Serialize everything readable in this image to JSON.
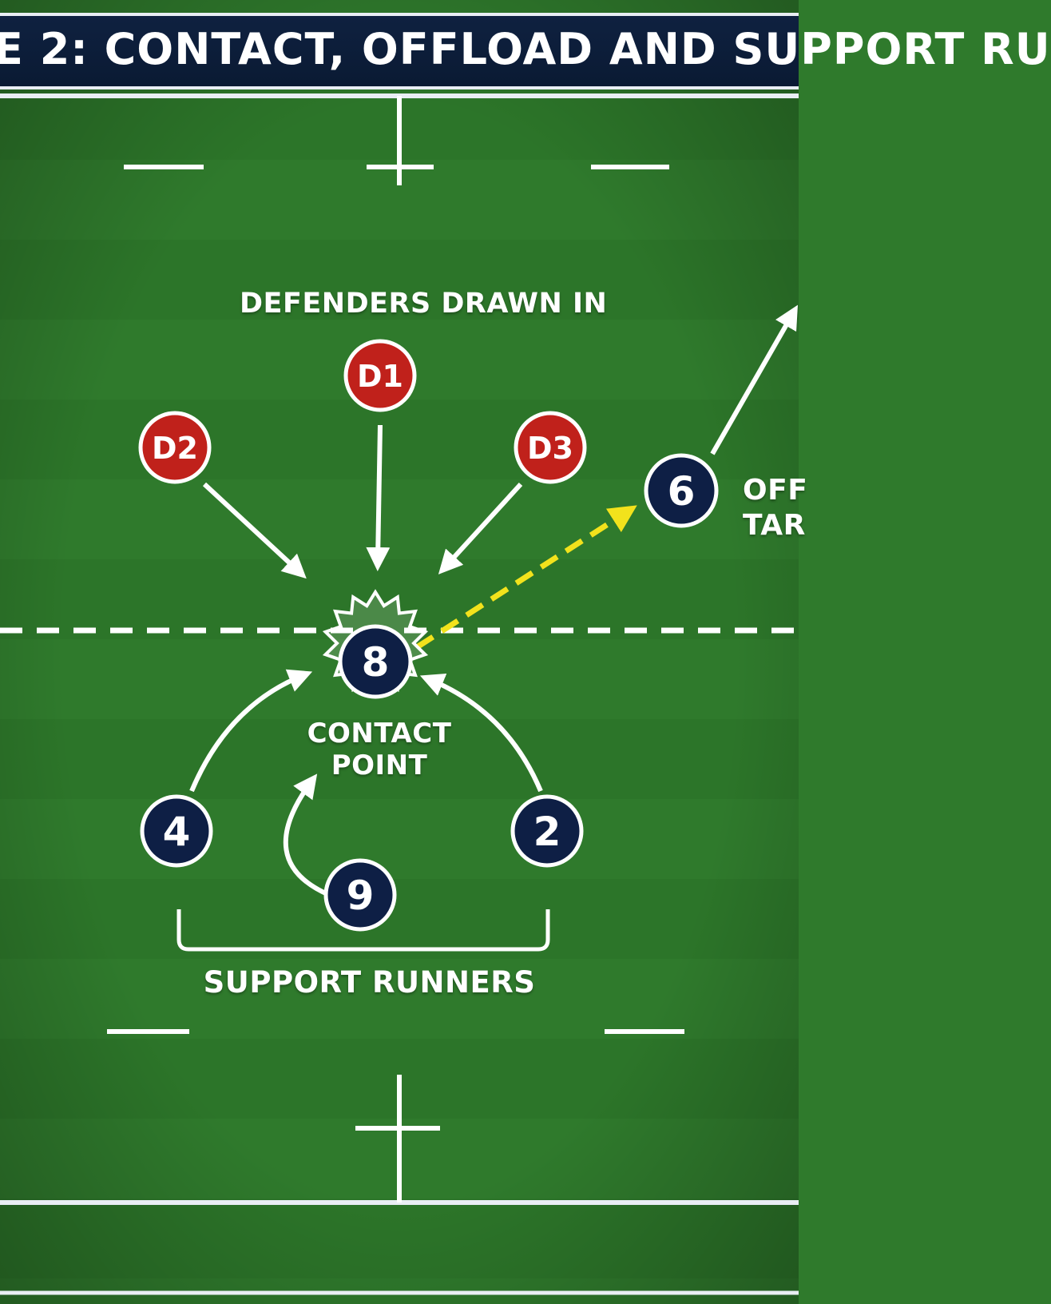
{
  "banner": {
    "title": "E 2: CONTACT, OFFLOAD AND SUPPORT RU"
  },
  "labels": {
    "defenders": "DEFENDERS DRAWN IN",
    "contact_line1": "CONTACT",
    "contact_line2": "POINT",
    "support": "SUPPORT RUNNERS",
    "offload_line1": "OFF",
    "offload_line2": "TAR"
  },
  "players": {
    "d1": "D1",
    "d2": "D2",
    "d3": "D3",
    "p8": "8",
    "p6": "6",
    "p4": "4",
    "p2": "2",
    "p9": "9"
  },
  "colors": {
    "pitch": "#2f7a2c",
    "pitch_dark": "#276b25",
    "attacker_fill": "#0e1f45",
    "defender_fill": "#c0211b",
    "token_border": "#ffffff",
    "pass_arrow": "#f2e21c",
    "lines": "#ffffff",
    "banner": "#0f2140"
  }
}
